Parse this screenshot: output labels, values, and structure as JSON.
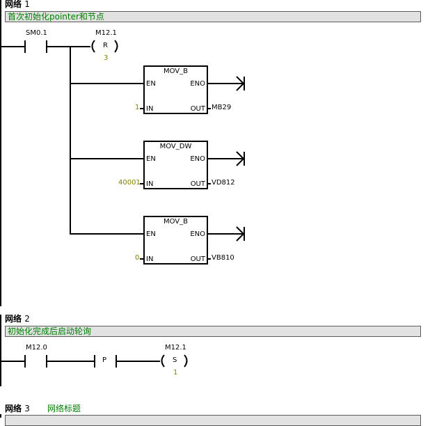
{
  "networks": [
    {
      "title_label": "网络",
      "number": "1",
      "comment": "首次初始化pointer和节点",
      "contact": {
        "address": "SM0.1",
        "type": "normally-open"
      },
      "coil": {
        "address": "M12.1",
        "op": "R",
        "count": "3"
      },
      "boxes": [
        {
          "name": "MOV_B",
          "en": "EN",
          "eno": "ENO",
          "in_label": "IN",
          "out_label": "OUT",
          "in_value": "1",
          "out_value": "MB29"
        },
        {
          "name": "MOV_DW",
          "en": "EN",
          "eno": "ENO",
          "in_label": "IN",
          "out_label": "OUT",
          "in_value": "40001",
          "out_value": "VD812"
        },
        {
          "name": "MOV_B",
          "en": "EN",
          "eno": "ENO",
          "in_label": "IN",
          "out_label": "OUT",
          "in_value": "0",
          "out_value": "VB810"
        }
      ]
    },
    {
      "title_label": "网络",
      "number": "2",
      "comment": "初始化完成后启动轮询",
      "contact": {
        "address": "M12.0",
        "type": "normally-open"
      },
      "edge": {
        "label": "P"
      },
      "coil": {
        "address": "M12.1",
        "op": "S",
        "count": "1"
      }
    },
    {
      "title_label": "网络",
      "number": "3",
      "subtitle": "网络标题",
      "comment": ""
    }
  ],
  "colors": {
    "comment_text": "#008000",
    "operand_constant": "#808000",
    "comment_bg": "#e2e2e2"
  }
}
